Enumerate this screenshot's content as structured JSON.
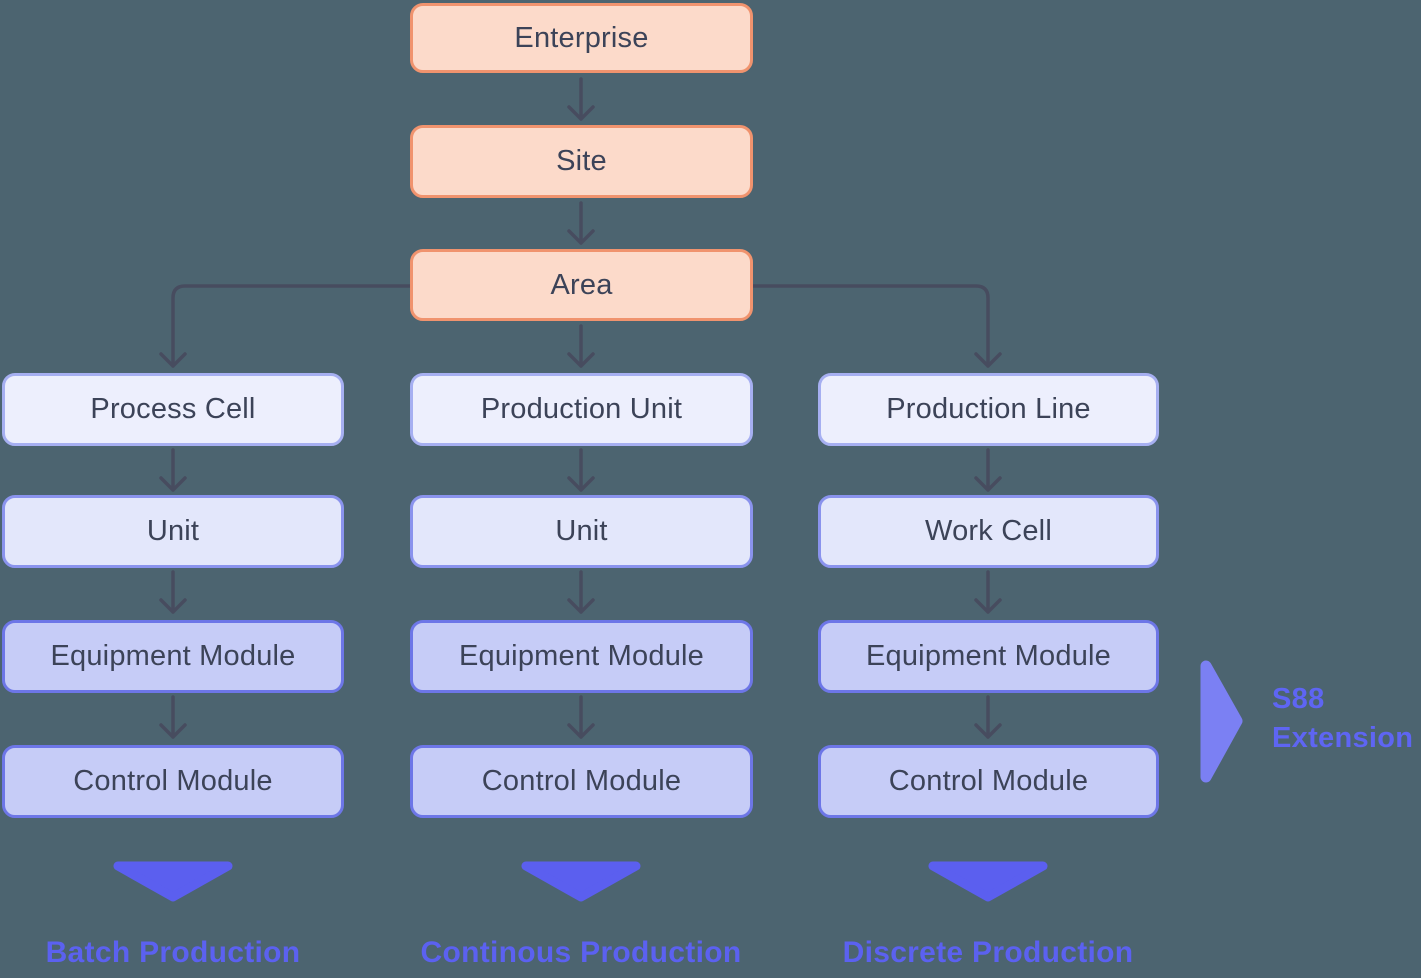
{
  "diagram": {
    "title_semantic": "ISA-95 / S88 equipment hierarchy",
    "top_chain": [
      {
        "label": "Enterprise"
      },
      {
        "label": "Site"
      },
      {
        "label": "Area"
      }
    ],
    "columns": [
      {
        "boxes": [
          {
            "label": "Process Cell"
          },
          {
            "label": "Unit"
          },
          {
            "label": "Equipment Module"
          },
          {
            "label": "Control Module"
          }
        ],
        "footer": "Batch Production"
      },
      {
        "boxes": [
          {
            "label": "Production Unit"
          },
          {
            "label": "Unit"
          },
          {
            "label": "Equipment Module"
          },
          {
            "label": "Control Module"
          }
        ],
        "footer": "Continous Production"
      },
      {
        "boxes": [
          {
            "label": "Production Line"
          },
          {
            "label": "Work Cell"
          },
          {
            "label": "Equipment Module"
          },
          {
            "label": "Control Module"
          }
        ],
        "footer": "Discrete Production"
      }
    ],
    "annotation": {
      "line1": "S88",
      "line2": "Extension"
    }
  },
  "colors": {
    "background": "#4C6470",
    "peach_fill": "#FCDACA",
    "peach_border": "#F0936E",
    "level1_fill": "#EDEFFD",
    "level1_border": "#A6AFF1",
    "level2_fill": "#E3E7FB",
    "level2_border": "#8A93ED",
    "level3_fill": "#C6CCF7",
    "level3_border": "#6D76E7",
    "box_text": "#3C4358",
    "connector": "#474C5F",
    "accent_purple": "#5B5FEF",
    "annotation_arrow_purple": "#7B80F3",
    "footer_text_purple": "#5B61F0"
  }
}
